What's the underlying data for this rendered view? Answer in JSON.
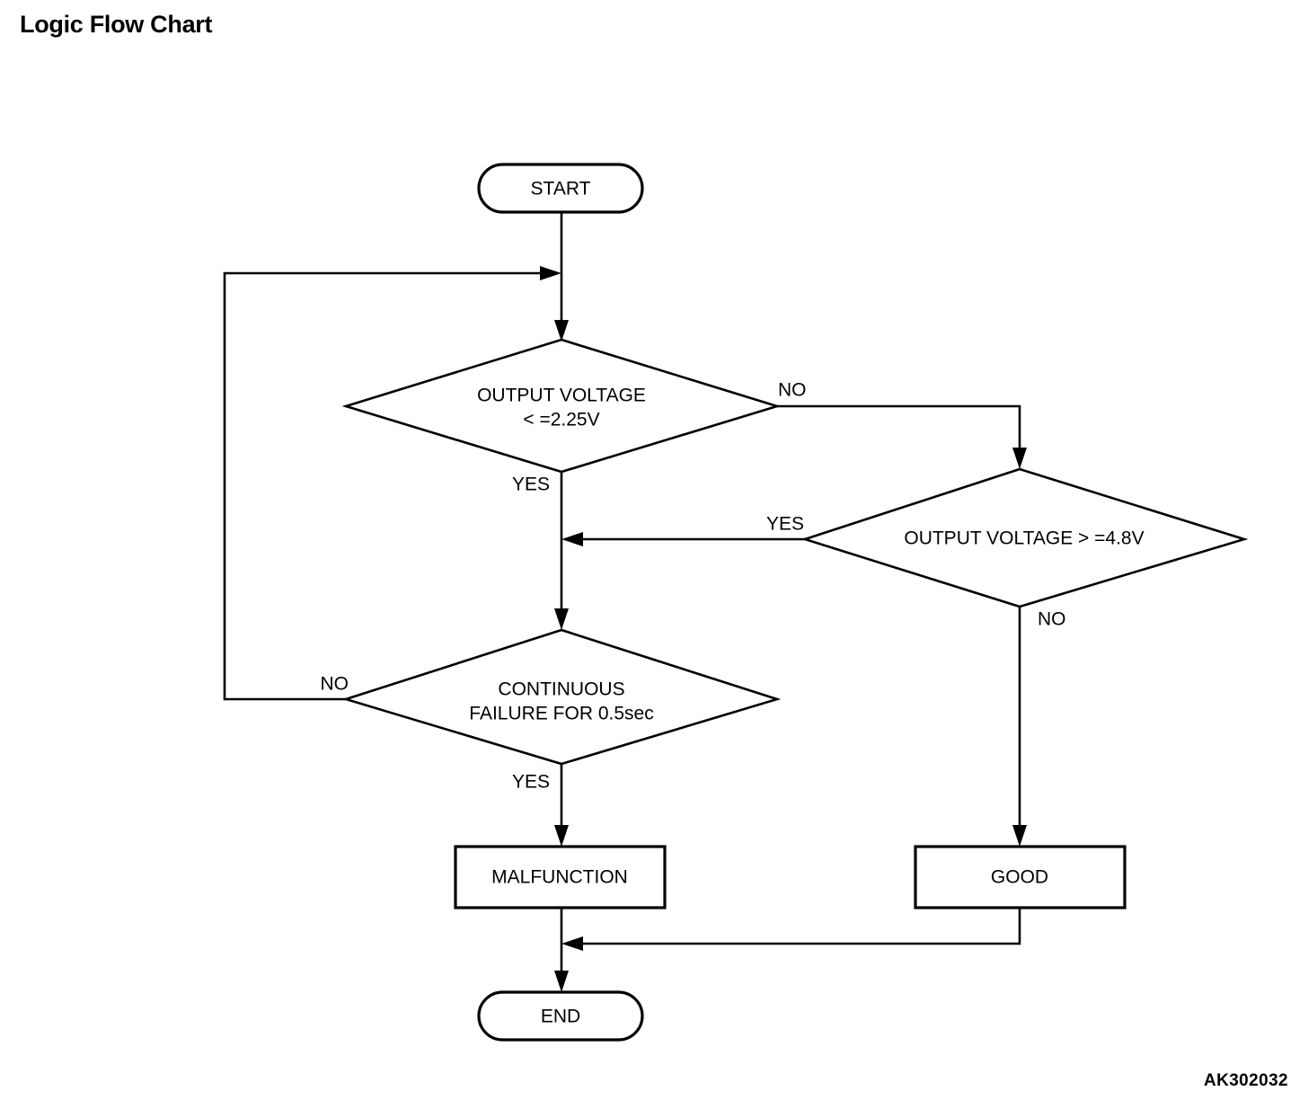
{
  "page": {
    "title": "Logic Flow Chart",
    "watermark": "AK302032",
    "background_color": "#ffffff",
    "line_color": "#000000"
  },
  "chart_data": {
    "type": "diagram",
    "diagram_type": "flowchart",
    "title": "Logic Flow Chart",
    "nodes": [
      {
        "id": "start",
        "shape": "terminator",
        "lines": [
          "START"
        ]
      },
      {
        "id": "dec1",
        "shape": "decision",
        "lines": [
          "OUTPUT VOLTAGE",
          "< =2.25V"
        ]
      },
      {
        "id": "dec2",
        "shape": "decision",
        "lines": [
          "OUTPUT VOLTAGE > =4.8V"
        ]
      },
      {
        "id": "dec3",
        "shape": "decision",
        "lines": [
          "CONTINUOUS",
          "FAILURE FOR 0.5sec"
        ]
      },
      {
        "id": "malfunc",
        "shape": "process",
        "lines": [
          "MALFUNCTION"
        ]
      },
      {
        "id": "good",
        "shape": "process",
        "lines": [
          "GOOD"
        ]
      },
      {
        "id": "end",
        "shape": "terminator",
        "lines": [
          "END"
        ]
      }
    ],
    "edges": [
      {
        "from": "start",
        "to": "dec1",
        "label": ""
      },
      {
        "from": "dec1",
        "to": "dec3",
        "label": "YES"
      },
      {
        "from": "dec1",
        "to": "dec2",
        "label": "NO"
      },
      {
        "from": "dec2",
        "to": "dec3",
        "label": "YES"
      },
      {
        "from": "dec2",
        "to": "good",
        "label": "NO"
      },
      {
        "from": "dec3",
        "to": "dec1",
        "label": "NO"
      },
      {
        "from": "dec3",
        "to": "malfunc",
        "label": "YES"
      },
      {
        "from": "malfunc",
        "to": "end",
        "label": ""
      },
      {
        "from": "good",
        "to": "end",
        "label": ""
      }
    ]
  },
  "nodes": {
    "start": {
      "label": "START"
    },
    "decision1": {
      "line1": "OUTPUT VOLTAGE",
      "line2": "< =2.25V"
    },
    "decision2": {
      "line1": "OUTPUT VOLTAGE > =4.8V"
    },
    "decision3": {
      "line1": "CONTINUOUS",
      "line2": "FAILURE FOR 0.5sec"
    },
    "malfunction": {
      "label": "MALFUNCTION"
    },
    "good": {
      "label": "GOOD"
    },
    "end": {
      "label": "END"
    }
  },
  "labels": {
    "dec1_no": "NO",
    "dec1_yes": "YES",
    "dec2_yes": "YES",
    "dec2_no": "NO",
    "dec3_no": "NO",
    "dec3_yes": "YES"
  }
}
